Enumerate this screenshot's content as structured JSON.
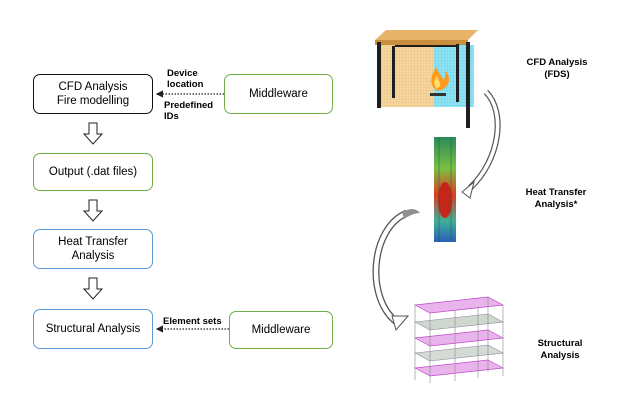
{
  "flow": {
    "cfd_box": {
      "line1": "CFD Analysis",
      "line2": "Fire modelling"
    },
    "output_box": {
      "label": "Output (.dat files)"
    },
    "heat_box": {
      "line1": "Heat Transfer",
      "line2": "Analysis"
    },
    "structural_box": {
      "label": "Structural Analysis"
    },
    "middleware_top": {
      "label": "Middleware"
    },
    "middleware_bottom": {
      "label": "Middleware"
    }
  },
  "connector_labels": {
    "device_location": {
      "line1": "Device",
      "line2": "location"
    },
    "predefined_ids": {
      "line1": "Predefined",
      "line2": "IDs"
    },
    "element_sets": "Element sets"
  },
  "illustrations": {
    "cfd": {
      "line1": "CFD Analysis",
      "line2": "(FDS)"
    },
    "heat": {
      "line1": "Heat Transfer",
      "line2": "Analysis*"
    },
    "structural": {
      "line1": "Structural",
      "line2": "Analysis"
    }
  },
  "colors": {
    "green_border": "#70ad47",
    "blue_border": "#5b9bd5",
    "black_border": "#111111",
    "frame_roof": "#e8b36a",
    "wall_orange": "#f5d6a0",
    "wall_cyan": "#8fe3f2"
  }
}
